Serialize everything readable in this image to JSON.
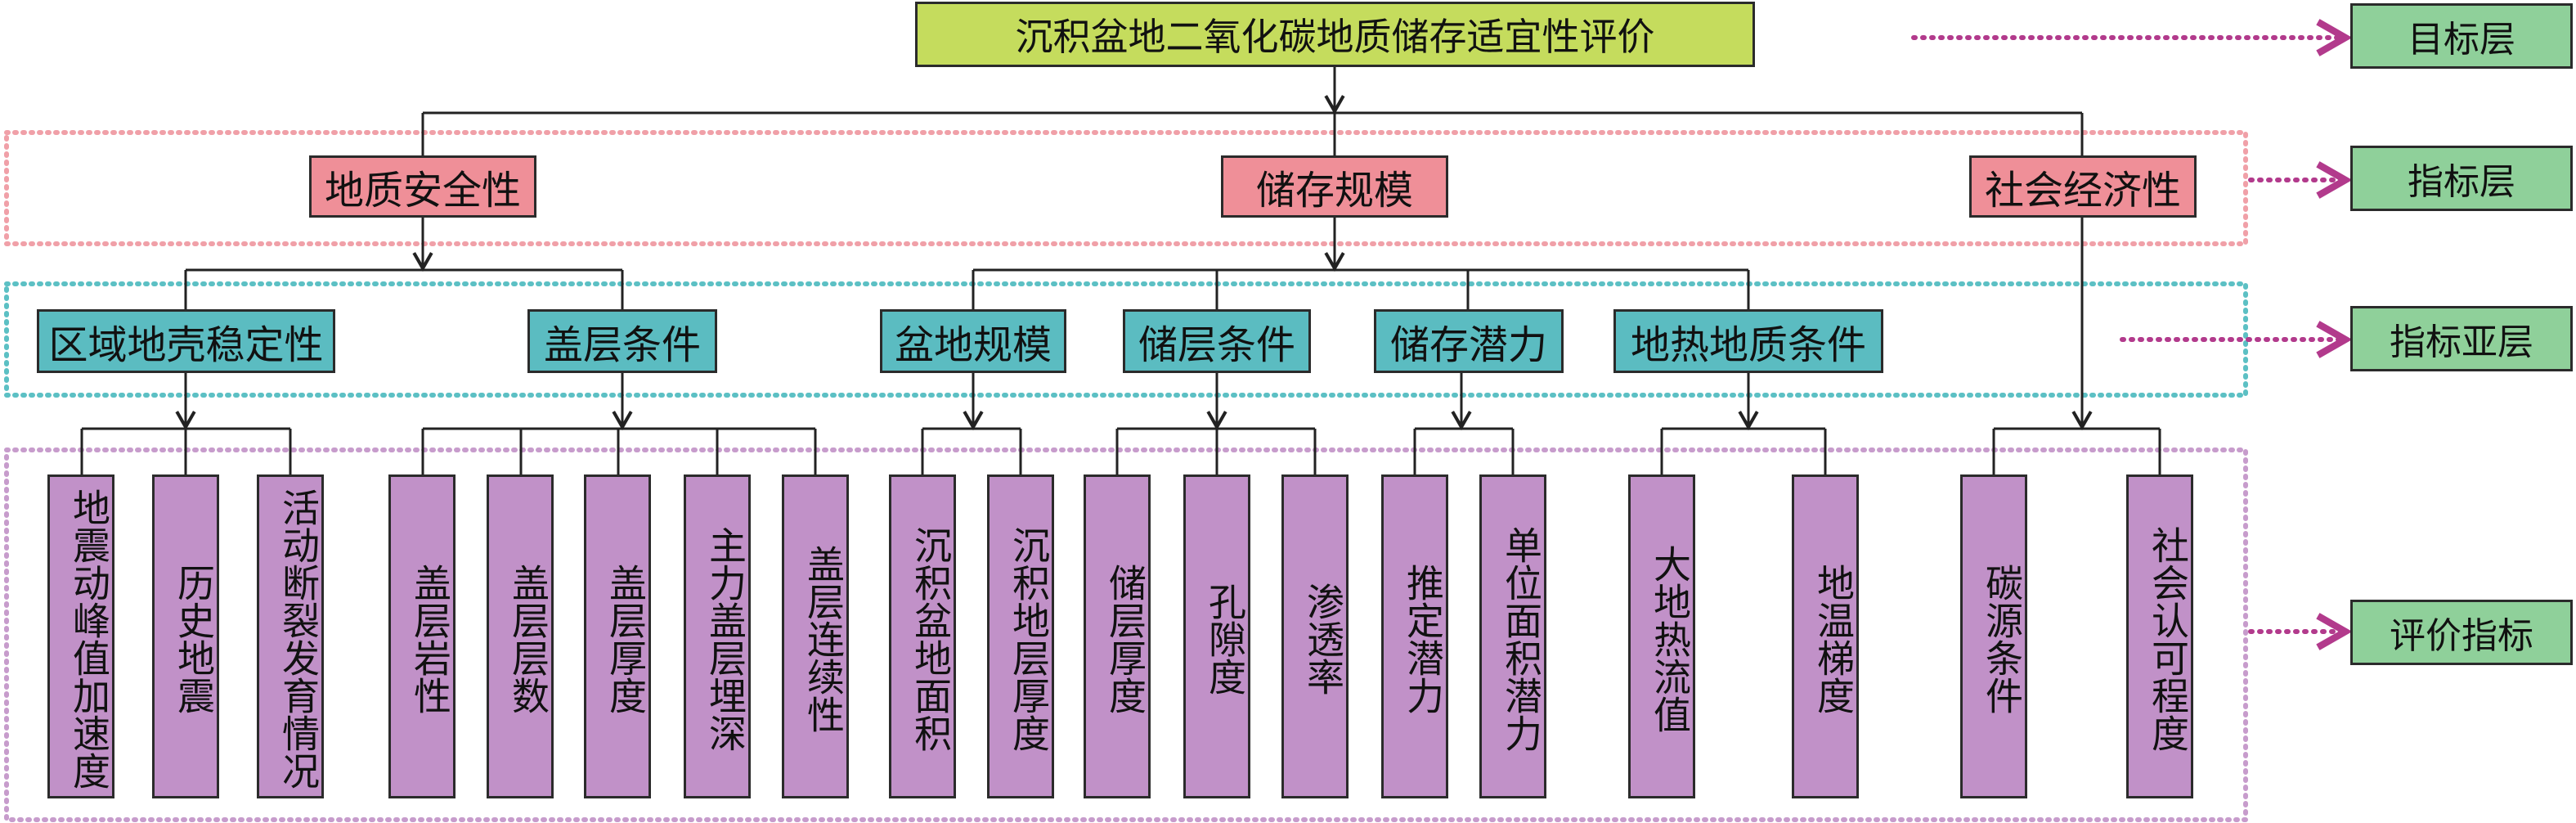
{
  "root": "沉积盆地二氧化碳地质储存适宜性评价",
  "indicators": [
    "地质安全性",
    "储存规模",
    "社会经济性"
  ],
  "sub_indicators": [
    "区域地壳稳定性",
    "盖层条件",
    "盆地规模",
    "储层条件",
    "储存潜力",
    "地热地质条件"
  ],
  "leaves": [
    "地震动峰值加速度",
    "历史地震",
    "活动断裂发育情况",
    "盖层岩性",
    "盖层层数",
    "盖层厚度",
    "主力盖层埋深",
    "盖层连续性",
    "沉积盆地面积",
    "沉积地层厚度",
    "储层厚度",
    "孔隙度",
    "渗透率",
    "推定潜力",
    "单位面积潜力",
    "大地热流值",
    "地温梯度",
    "碳源条件",
    "社会认可程度"
  ],
  "layers": [
    "目标层",
    "指标层",
    "指标亚层",
    "评价指标"
  ],
  "colors": {
    "root": "#c5dc5d",
    "indicator": "#ef8f98",
    "sub_indicator": "#5bbcc1",
    "leaf": "#c191c8",
    "layer": "#8fd09a",
    "pink_frame": "#f0a0a8",
    "teal_frame": "#5cc0c4",
    "purple_frame": "#c79ccc",
    "arrow": "#b23a8c"
  }
}
